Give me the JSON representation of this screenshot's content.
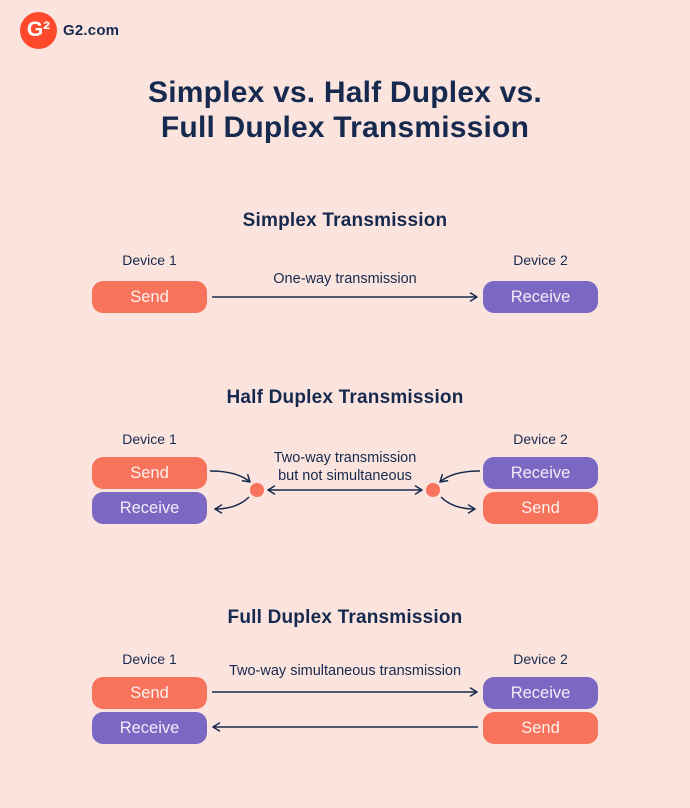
{
  "colors": {
    "background": "#FCE4DE",
    "navy": "#16294E",
    "send_coral": "#F8735B",
    "receive_purple": "#7A68C2",
    "logo_red": "#FF492C",
    "button_text": "#FDF2EF"
  },
  "header": {
    "logo_glyph": "G²",
    "site_label": "G2.com"
  },
  "title": {
    "line1": "Simplex vs. Half Duplex vs.",
    "line2": "Full Duplex Transmission"
  },
  "simplex": {
    "heading": "Simplex Transmission",
    "device1_label": "Device 1",
    "device2_label": "Device 2",
    "send_label": "Send",
    "receive_label": "Receive",
    "arrow_label": "One-way transmission"
  },
  "half_duplex": {
    "heading": "Half Duplex Transmission",
    "device1_label": "Device 1",
    "device2_label": "Device 2",
    "device1_send_label": "Send",
    "device1_receive_label": "Receive",
    "device2_receive_label": "Receive",
    "device2_send_label": "Send",
    "arrow_label_line1": "Two-way transmission",
    "arrow_label_line2": "but not simultaneous"
  },
  "full_duplex": {
    "heading": "Full Duplex Transmission",
    "device1_label": "Device 1",
    "device2_label": "Device 2",
    "device1_send_label": "Send",
    "device1_receive_label": "Receive",
    "device2_receive_label": "Receive",
    "device2_send_label": "Send",
    "arrow_label": "Two-way simultaneous transmission"
  }
}
